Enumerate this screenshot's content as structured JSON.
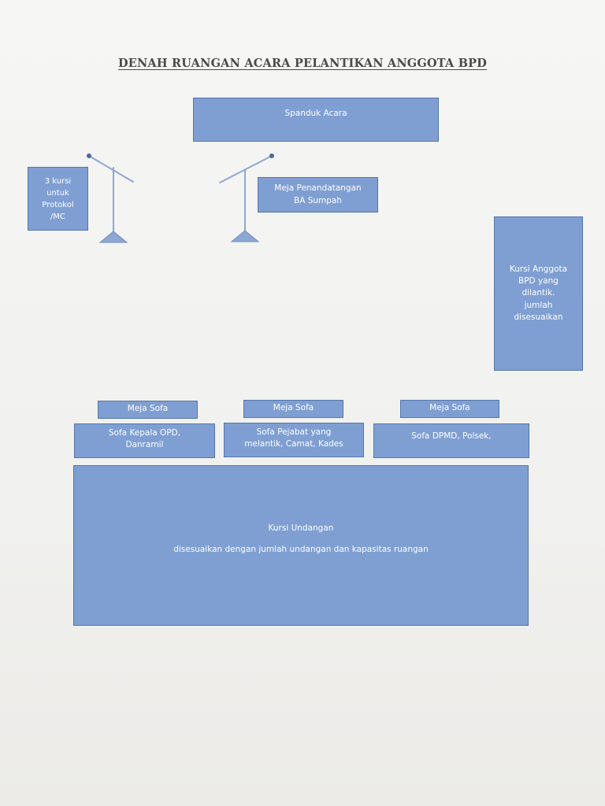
{
  "title": "DENAH RUANGAN ACARA PELANTIKAN ANGGOTA BPD",
  "colors": {
    "box_fill": "#7f9fd3",
    "box_border": "#5576a8",
    "box_text": "#ffffff",
    "title_text": "#4a4a4a"
  },
  "icons": {
    "mic_stand": "microphone-stand-icon"
  },
  "boxes": {
    "spanduk": "Spanduk Acara",
    "protokol": "3 kursi\nuntuk\nProtokol\n/MC",
    "meja_penandatangan": "Meja Penandatangan\nBA Sumpah",
    "kursi_anggota_bpd": "Kursi Anggota\nBPD yang\ndilantik.\njumlah\ndisesuaikan",
    "meja_sofa_1": "Meja Sofa",
    "meja_sofa_2": "Meja Sofa",
    "meja_sofa_3": "Meja Sofa",
    "sofa_1": "Sofa Kepala OPD,\nDanramil",
    "sofa_2": "Sofa Pejabat yang\nmelantik, Camat, Kades",
    "sofa_3": "Sofa DPMD, Polsek,",
    "kursi_undangan": "Kursi Undangan",
    "kursi_undangan_note": "disesuaikan dengan jumlah undangan dan kapasitas ruangan"
  }
}
